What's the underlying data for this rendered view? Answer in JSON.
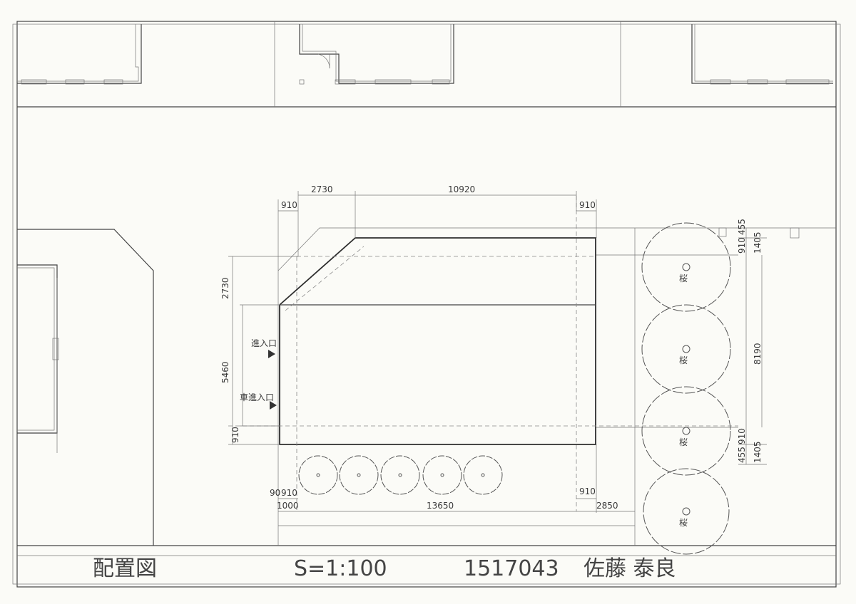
{
  "title_block": {
    "drawing_title": "配置図",
    "scale": "S=1:100",
    "student_id": "1517043",
    "author": "佐藤 泰良"
  },
  "dimensions": {
    "top_left_910": "910",
    "top_2730": "2730",
    "top_10920": "10920",
    "top_right_910": "910",
    "left_2730": "2730",
    "left_5460": "5460",
    "left_910": "910",
    "bottom_910_a": "90",
    "bottom_910_b": "910",
    "bottom_1000": "1000",
    "bottom_13650": "13650",
    "bottom_right_910": "910",
    "bottom_2850": "2850",
    "right_910_top": "910",
    "right_455_top": "455",
    "right_1405_top": "1405",
    "right_8190": "8190",
    "right_910_bottom": "910",
    "right_455_bottom": "455",
    "right_1405_bottom": "1405"
  },
  "labels": {
    "entrance_pedestrian": "進入口",
    "entrance_vehicle": "車進入口",
    "tree_cherry": "桜"
  }
}
